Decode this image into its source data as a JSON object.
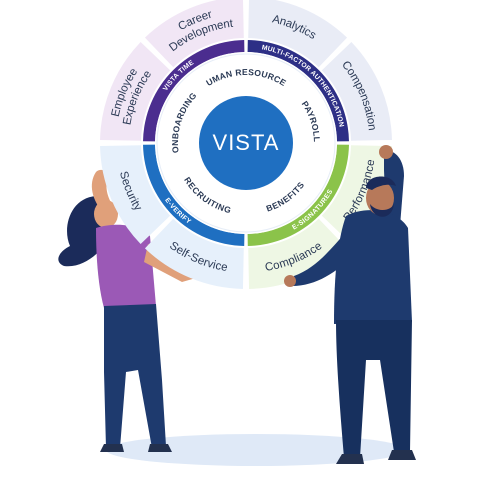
{
  "center_label": "VISTA",
  "core_modules": [
    {
      "id": "human-resources",
      "label": "HUMAN RESOURCES"
    },
    {
      "id": "payroll",
      "label": "PAYROLL"
    },
    {
      "id": "benefits",
      "label": "BENEFITS"
    },
    {
      "id": "recruiting",
      "label": "RECRUITING"
    },
    {
      "id": "onboarding",
      "label": "ONBOARDING"
    }
  ],
  "feature_band": [
    {
      "id": "vista-time",
      "label": "VISTA TIME",
      "color": "#4b2d8f"
    },
    {
      "id": "multi-factor-authentication",
      "label": "MULTI-FACTOR AUTHENTICATION",
      "color": "#2d2f86"
    },
    {
      "id": "e-signatures",
      "label": "E-SIGNATURES",
      "color": "#8bc34a"
    },
    {
      "id": "e-verify",
      "label": "E-VERIFY",
      "color": "#1f6fc1"
    }
  ],
  "outer_segments": [
    {
      "id": "career-development",
      "lines": [
        "Career",
        "Development"
      ],
      "color": "#f1e6f5"
    },
    {
      "id": "analytics",
      "lines": [
        "Analytics"
      ],
      "color": "#e9ecf6"
    },
    {
      "id": "compensation",
      "lines": [
        "Compensation"
      ],
      "color": "#e9ecf6"
    },
    {
      "id": "performance",
      "lines": [
        "Performance"
      ],
      "color": "#eef7e4"
    },
    {
      "id": "compliance",
      "lines": [
        "Compliance"
      ],
      "color": "#eef7e4"
    },
    {
      "id": "self-service",
      "lines": [
        "Self-Service"
      ],
      "color": "#e6f0fb"
    },
    {
      "id": "security",
      "lines": [
        "Security"
      ],
      "color": "#e6f0fb"
    },
    {
      "id": "employee-experience",
      "lines": [
        "Employee",
        "Experience"
      ],
      "color": "#f1e6f5"
    }
  ],
  "colors": {
    "center": "#1f6fc1",
    "inner_ring": "#ffffff",
    "woman_shirt": "#9b59b6",
    "woman_hair": "#1b2b5a",
    "man_shirt": "#1e3a6e",
    "pants": "#1e3a6e",
    "skin": "#e0a07a",
    "floor_shadow": "#dfe9f7"
  }
}
